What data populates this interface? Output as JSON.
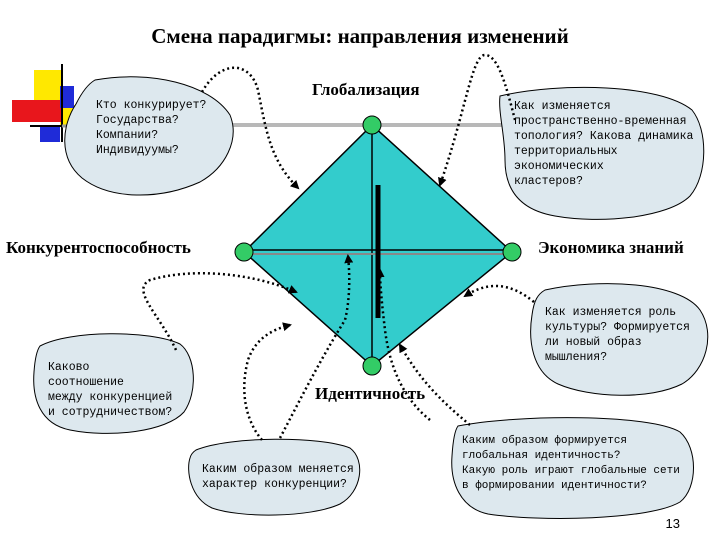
{
  "slide": {
    "title": "Смена парадигмы: направления изменений",
    "page_number": "13"
  },
  "nodes": {
    "top": "Глобализация",
    "left": "Конкурентоспособность",
    "right": "Экономика знаний",
    "bottom": "Идентичность"
  },
  "questions": {
    "top_left": "Кто конкурирует?\nГосударства?\nКомпании?\nИндивидуумы?",
    "top_right": "Как изменяется\nпространственно-временная\nтопология? Какова динамика\nтерриториальных\nэкономических\nкластеров?",
    "right": "Как изменяется роль\nкультуры? Формируется\nли новый образ\nмышления?",
    "left": "Каково\nсоотношение\nмежду конкуренцией\nи сотрудничеством?",
    "bottom_center": "Каким образом меняется\nхарактер конкуренции?",
    "bottom_right": "Каким образом формируется\nглобальная идентичность?\nКакую роль играют глобальные сети\nв формировании идентичности?"
  },
  "colors": {
    "diamond_fill": "#33CCCC",
    "node_fill": "#33CC66",
    "bubble_fill": "#DDE8EE",
    "logo_yellow": "#FFE800",
    "logo_red": "#E8161C",
    "logo_blue": "#1F2BD8"
  }
}
